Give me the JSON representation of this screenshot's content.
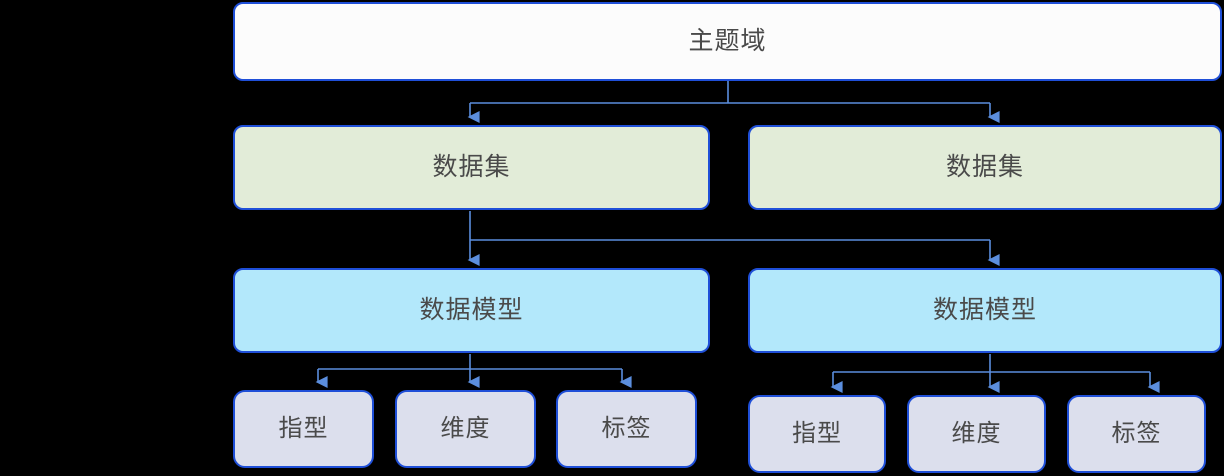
{
  "diagram": {
    "title_text": "主题域",
    "colors": {
      "border": "#1f4fd8",
      "connector": "#5b8ede",
      "text": "#4a4a4a",
      "root_fill": "#fcfcfc",
      "dataset_fill": "#e2ecd8",
      "model_fill": "#b3e8fb",
      "leaf_fill": "#dcdfed",
      "background": "#000000"
    },
    "nodes": {
      "root": {
        "label": "主题域"
      },
      "dataset_left": {
        "label": "数据集"
      },
      "dataset_right": {
        "label": "数据集"
      },
      "model_left": {
        "label": "数据模型"
      },
      "model_right": {
        "label": "数据模型"
      },
      "leaf_l1": {
        "label": "指型"
      },
      "leaf_l2": {
        "label": "维度"
      },
      "leaf_l3": {
        "label": "标签"
      },
      "leaf_r1": {
        "label": "指型"
      },
      "leaf_r2": {
        "label": "维度"
      },
      "leaf_r3": {
        "label": "标签"
      }
    }
  }
}
